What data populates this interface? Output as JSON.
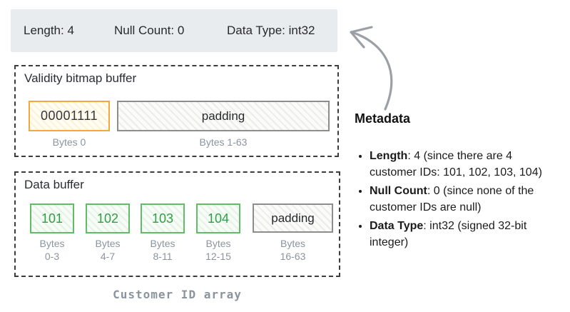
{
  "metadata_bar": {
    "items": [
      {
        "label": "Length: 4"
      },
      {
        "label": "Null Count: 0"
      },
      {
        "label": "Data Type: int32"
      }
    ]
  },
  "validity_buffer": {
    "title": "Validity bitmap buffer",
    "cells": [
      {
        "value": "00001111",
        "type": "bitmap",
        "bytes_label": "Bytes 0"
      },
      {
        "value": "padding",
        "type": "padding",
        "bytes_label": "Bytes 1-63"
      }
    ]
  },
  "data_buffer": {
    "title": "Data buffer",
    "cells": [
      {
        "value": "101",
        "type": "data",
        "bytes_line1": "Bytes",
        "bytes_line2": "0-3"
      },
      {
        "value": "102",
        "type": "data",
        "bytes_line1": "Bytes",
        "bytes_line2": "4-7"
      },
      {
        "value": "103",
        "type": "data",
        "bytes_line1": "Bytes",
        "bytes_line2": "8-11"
      },
      {
        "value": "104",
        "type": "data",
        "bytes_line1": "Bytes",
        "bytes_line2": "12-15"
      },
      {
        "value": "padding",
        "type": "padding",
        "bytes_line1": "Bytes",
        "bytes_line2": "16-63"
      }
    ]
  },
  "caption": "Customer ID array",
  "annotation": {
    "heading": "Metadata",
    "arrow_icon": "curved-arrow",
    "bullets": [
      {
        "term": "Length",
        "rest": ": 4 (since there are 4 customer IDs: 101, 102, 103, 104)"
      },
      {
        "term": "Null Count",
        "rest": ": 0 (since none of the customer IDs are null)"
      },
      {
        "term": "Data Type",
        "rest": ": int32 (signed 32-bit integer)"
      }
    ]
  },
  "colors": {
    "bar_background": "#e9ecee",
    "accent_orange": "#f2a93b",
    "accent_green": "#62bb66",
    "green_text": "#2f9e44",
    "label_gray": "#8a949e",
    "arrow_gray": "#9aa0a6",
    "dash_border": "#3c3c3c"
  }
}
